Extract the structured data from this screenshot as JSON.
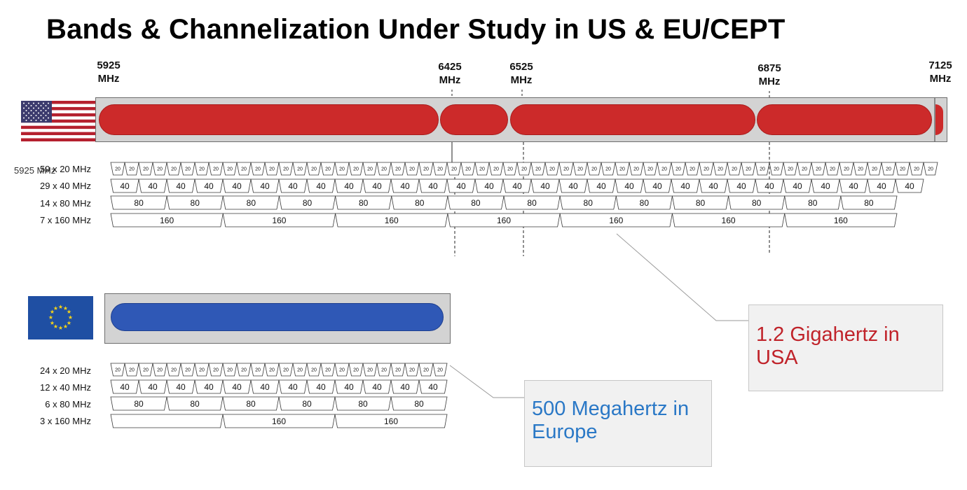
{
  "title": "Bands & Channelization Under Study in US & EU/CEPT",
  "frequencies": {
    "f5925": "5925\nMHz",
    "f6425": "6425\nMHz",
    "f6525": "6525\nMHz",
    "f6875": "6875\nMHz",
    "f7125": "7125\nMHz"
  },
  "us": {
    "flag_icon": "us-flag-icon",
    "band_color": "#cc2a2a",
    "rows": [
      {
        "label": "59 x 20 MHz",
        "overlap_label": "5925 MHz",
        "channels": [
          "20",
          "20",
          "20",
          "20",
          "20",
          "20",
          "20",
          "20",
          "20",
          "20",
          "20",
          "20",
          "20",
          "20",
          "20",
          "20",
          "20",
          "20",
          "20",
          "20",
          "20",
          "20",
          "20",
          "20",
          "20",
          "20",
          "20",
          "20",
          "20",
          "20",
          "20",
          "20",
          "20",
          "20",
          "20",
          "20",
          "20",
          "20",
          "20",
          "20",
          "20",
          "20",
          "20",
          "20",
          "20",
          "20",
          "20",
          "20",
          "20",
          "20",
          "20",
          "20",
          "20",
          "20",
          "20",
          "20",
          "20",
          "20",
          "20"
        ]
      },
      {
        "label": "29 x 40 MHz",
        "channels": [
          "40",
          "40",
          "40",
          "40",
          "40",
          "40",
          "40",
          "40",
          "40",
          "40",
          "40",
          "40",
          "40",
          "40",
          "40",
          "40",
          "40",
          "40",
          "40",
          "40",
          "40",
          "40",
          "40",
          "40",
          "40",
          "40",
          "40",
          "40",
          "40"
        ]
      },
      {
        "label": "14 x 80 MHz",
        "channels": [
          "80",
          "80",
          "80",
          "80",
          "80",
          "80",
          "80",
          "80",
          "80",
          "80",
          "80",
          "80",
          "80",
          "80"
        ]
      },
      {
        "label": "7 x 160 MHz",
        "channels": [
          "160",
          "160",
          "160",
          "160",
          "160",
          "160",
          "160"
        ]
      }
    ],
    "callout": "1.2 Gigahertz in USA"
  },
  "eu": {
    "flag_icon": "eu-flag-icon",
    "band_color": "#2f58b6",
    "rows": [
      {
        "label": "24 x 20 MHz",
        "channels": [
          "20",
          "20",
          "20",
          "20",
          "20",
          "20",
          "20",
          "20",
          "20",
          "20",
          "20",
          "20",
          "20",
          "20",
          "20",
          "20",
          "20",
          "20",
          "20",
          "20",
          "20",
          "20",
          "20",
          "20"
        ]
      },
      {
        "label": "12 x 40 MHz",
        "channels": [
          "40",
          "40",
          "40",
          "40",
          "40",
          "40",
          "40",
          "40",
          "40",
          "40",
          "40",
          "40"
        ]
      },
      {
        "label": "6 x 80 MHz",
        "channels": [
          "80",
          "80",
          "80",
          "80",
          "80",
          "80"
        ]
      },
      {
        "label": "3 x 160 MHz",
        "channels": [
          "",
          "160",
          "160"
        ]
      }
    ],
    "callout": "500 Megahertz in Europe"
  }
}
